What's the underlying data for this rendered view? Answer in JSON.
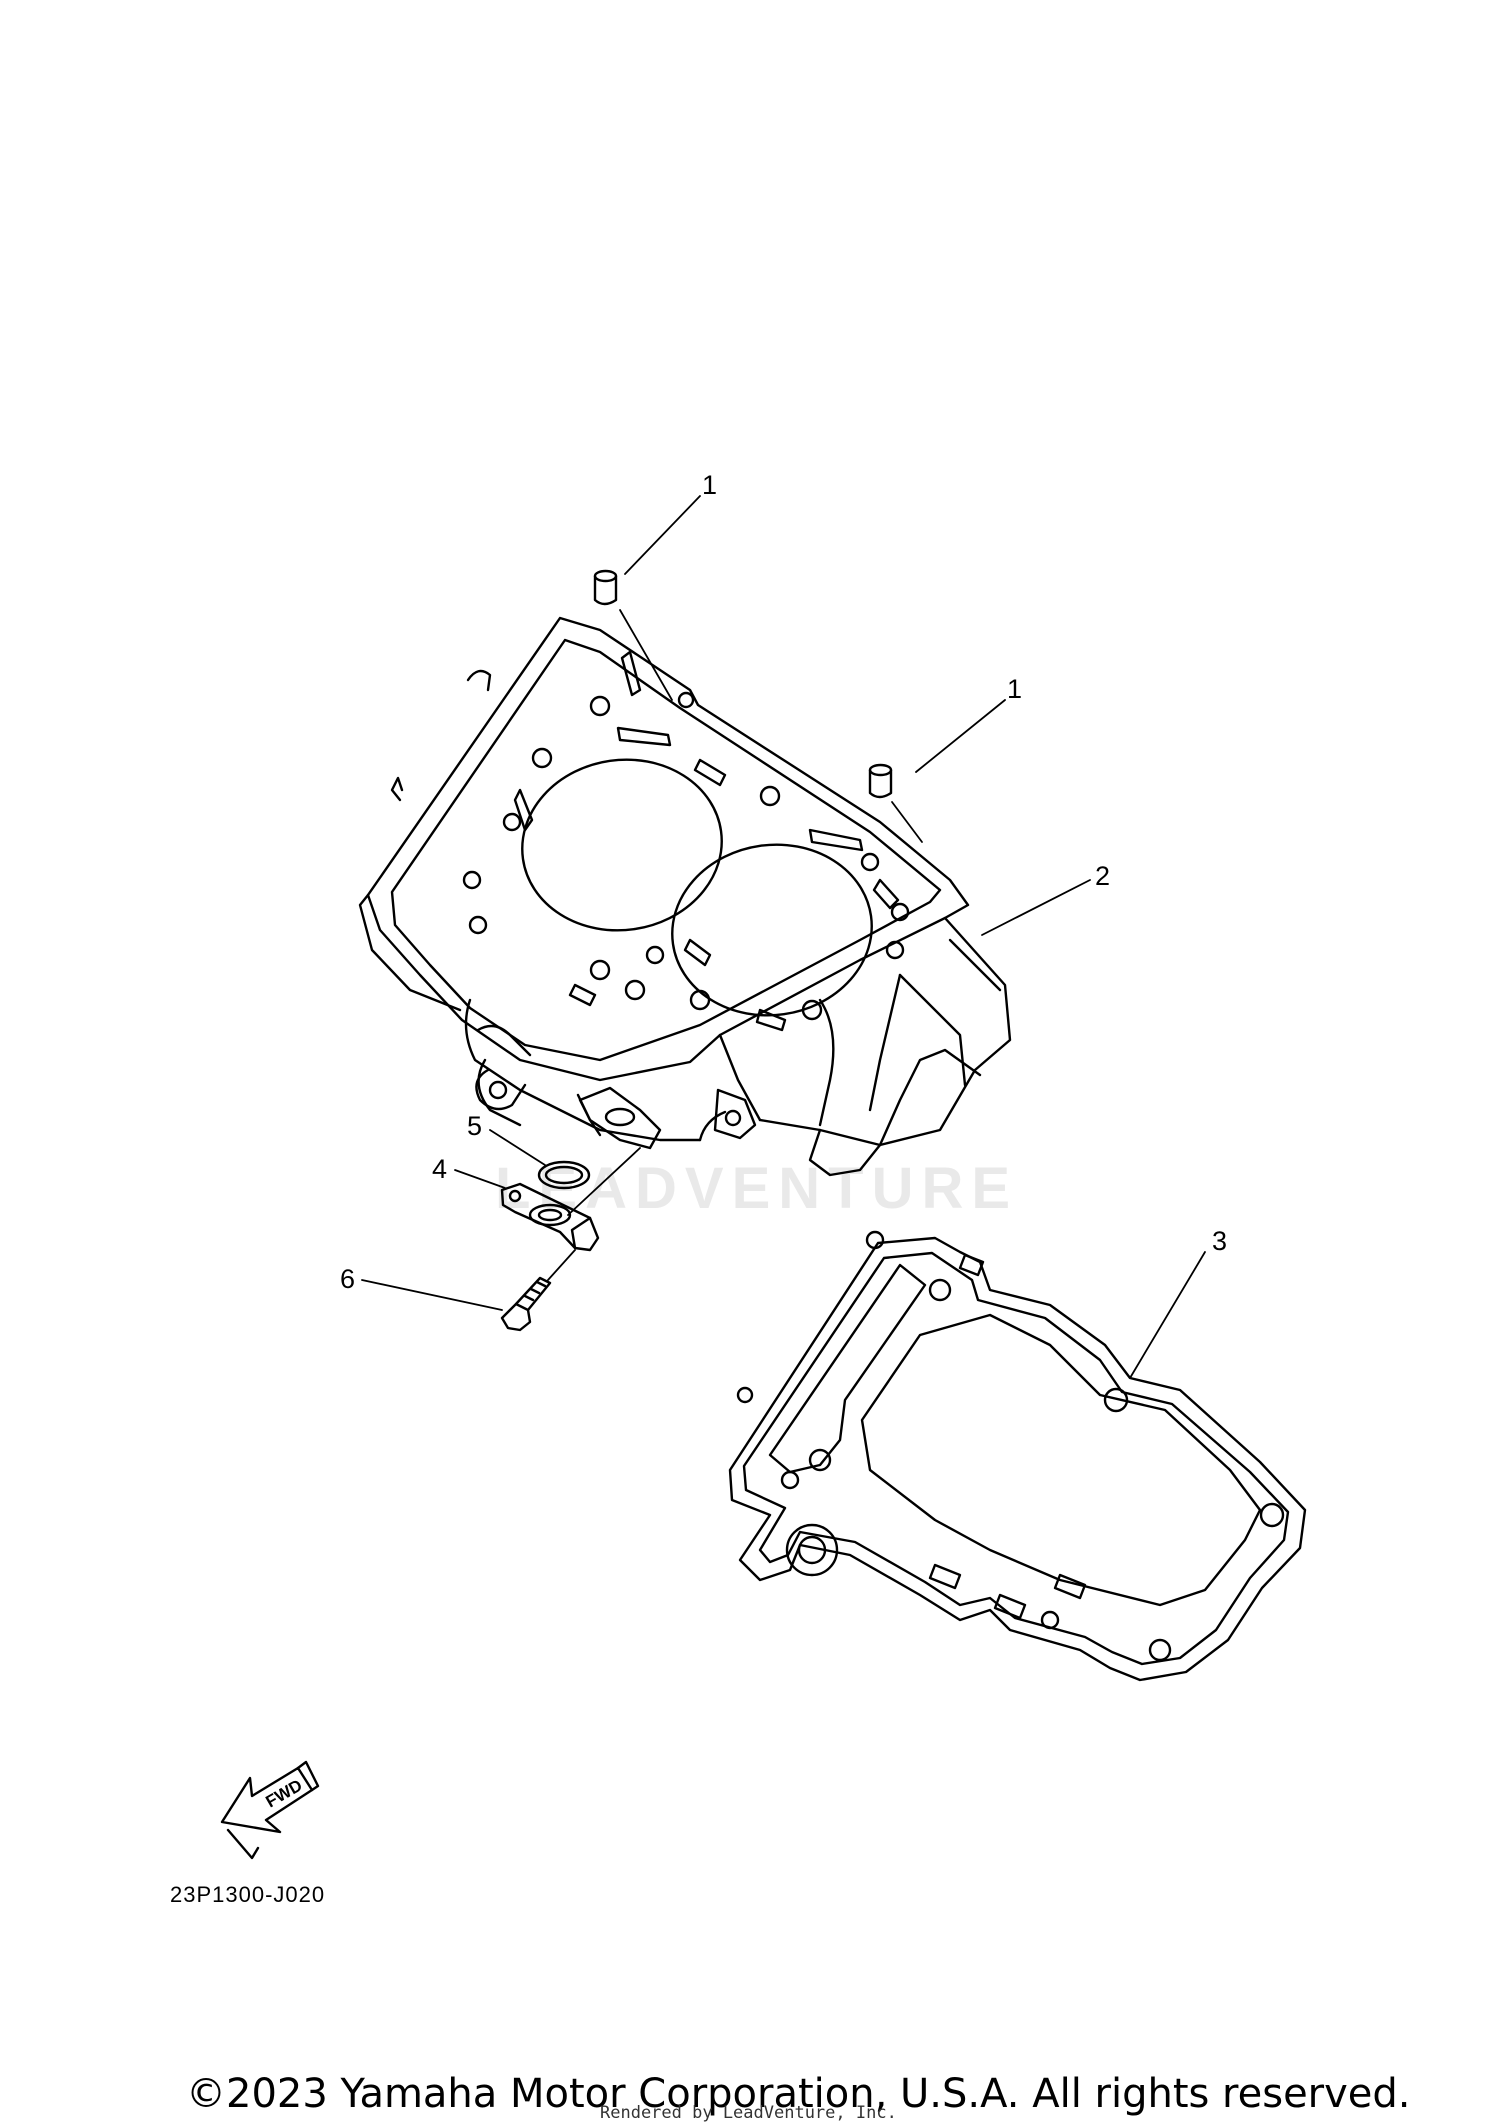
{
  "diagram": {
    "callouts": [
      "1",
      "1",
      "2",
      "3",
      "4",
      "5",
      "6"
    ],
    "fwd_label": "FWD",
    "watermark": "LEADVENTURE",
    "part_code": "23P1300-J020"
  },
  "footer": {
    "copyright": "©2023 Yamaha Motor Corporation, U.S.A. All rights reserved.",
    "rendered_by": "Rendered by LeadVenture, Inc."
  }
}
